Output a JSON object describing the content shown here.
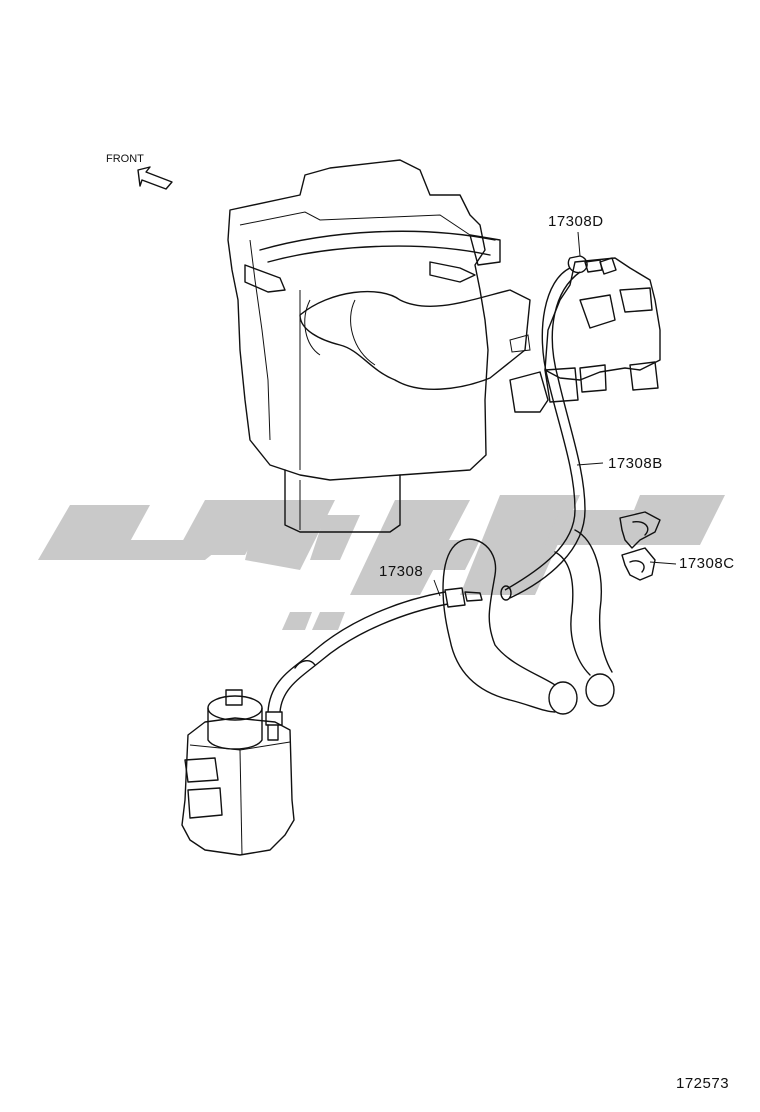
{
  "diagram": {
    "front_label": "FRONT",
    "callouts": {
      "part_17308D": "17308D",
      "part_17308B": "17308B",
      "part_17308C": "17308C",
      "part_17308": "17308"
    },
    "figure_number": "172573",
    "watermark": "logo-watermark"
  }
}
